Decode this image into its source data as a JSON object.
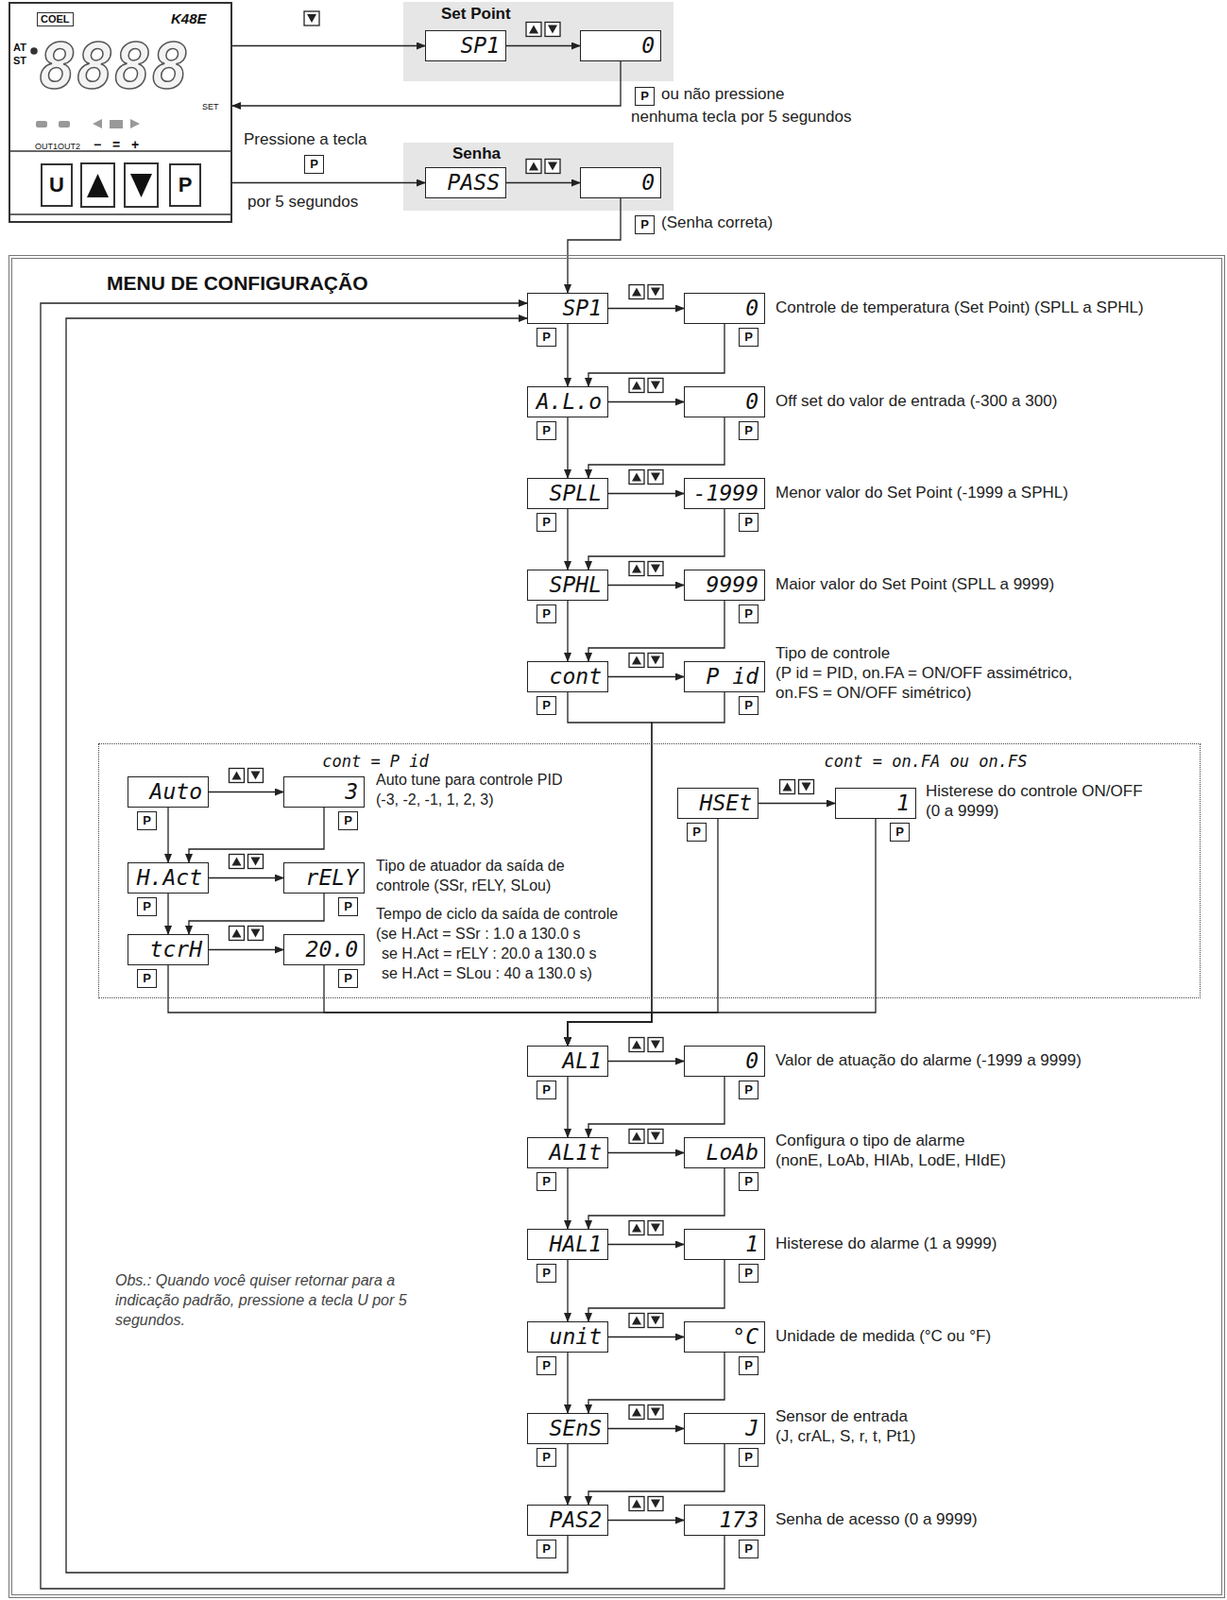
{
  "diagram": {
    "nodes": [
      {
        "text": [
          "COEL",
          "K48E",
          "AT",
          "ST",
          "8888",
          "SET",
          "OUT1",
          "OUT2",
          "−",
          "=",
          "+"
        ]
      },
      {
        "text": [
          "U"
        ],
        "in": 0
      },
      {
        "text": [
          "P"
        ],
        "in": 0
      },
      {
        "text": [
          "Set Point"
        ]
      },
      {
        "text": [
          "SP1"
        ],
        "in": 3
      },
      {
        "text": [
          "0"
        ],
        "in": 3
      },
      {
        "text": [
          "Senha"
        ]
      },
      {
        "text": [
          "PASS"
        ],
        "in": 6
      },
      {
        "text": [
          "0"
        ],
        "in": 6
      },
      {
        "text": [
          "MENU DE CONFIGURAÇÃO"
        ]
      },
      {
        "text": [
          "SP1"
        ],
        "in": 9
      },
      {
        "text": [
          "0"
        ],
        "in": 9
      },
      {
        "text": [
          "A.L.o"
        ],
        "in": 9
      },
      {
        "text": [
          "0"
        ],
        "in": 9
      },
      {
        "text": [
          "SPLL"
        ],
        "in": 9
      },
      {
        "text": [
          "-1999"
        ],
        "in": 9
      },
      {
        "text": [
          "SPHL"
        ],
        "in": 9
      },
      {
        "text": [
          "9999"
        ],
        "in": 9
      },
      {
        "text": [
          "cont"
        ],
        "in": 9
      },
      {
        "text": [
          "P id"
        ],
        "in": 9
      },
      {
        "text": [
          "cont = P id"
        ],
        "in": 9
      },
      {
        "text": [
          "Auto"
        ],
        "in": 20
      },
      {
        "text": [
          "3"
        ],
        "in": 20
      },
      {
        "text": [
          "H.Act"
        ],
        "in": 20
      },
      {
        "text": [
          "rELY"
        ],
        "in": 20
      },
      {
        "text": [
          "tcrH"
        ],
        "in": 20
      },
      {
        "text": [
          "20.0"
        ],
        "in": 20
      },
      {
        "text": [
          "cont = on.FA ou on.FS"
        ],
        "in": 9
      },
      {
        "text": [
          "HSEt"
        ],
        "in": 27
      },
      {
        "text": [
          "1"
        ],
        "in": 27
      },
      {
        "text": [
          "AL1"
        ],
        "in": 9
      },
      {
        "text": [
          "0"
        ],
        "in": 9
      },
      {
        "text": [
          "AL1t"
        ],
        "in": 9
      },
      {
        "text": [
          "LoAb"
        ],
        "in": 9
      },
      {
        "text": [
          "HAL1"
        ],
        "in": 9
      },
      {
        "text": [
          "1"
        ],
        "in": 9
      },
      {
        "text": [
          "unit"
        ],
        "in": 9
      },
      {
        "text": [
          "°C"
        ],
        "in": 9
      },
      {
        "text": [
          "SEnS"
        ],
        "in": 9
      },
      {
        "text": [
          "J"
        ],
        "in": 9
      },
      {
        "text": [
          "PAS2"
        ],
        "in": 9
      },
      {
        "text": [
          "173"
        ],
        "in": 9
      }
    ],
    "edges": [
      {
        "from": 0,
        "to": 4,
        "arrow": "to"
      },
      {
        "from": 4,
        "to": 5,
        "arrow": "to"
      },
      {
        "from": 5,
        "to": 0,
        "arrow": "to"
      },
      {
        "from": 0,
        "to": 7,
        "arrow": "to"
      },
      {
        "from": 7,
        "to": 8,
        "arrow": "to"
      },
      {
        "from": 8,
        "to": 10,
        "arrow": "to"
      },
      {
        "from": 10,
        "to": 11,
        "arrow": "to"
      },
      {
        "from": 10,
        "to": 12,
        "arrow": "to"
      },
      {
        "from": 11,
        "to": 12,
        "arrow": "to"
      },
      {
        "from": 12,
        "to": 13,
        "arrow": "to"
      },
      {
        "from": 12,
        "to": 14,
        "arrow": "to"
      },
      {
        "from": 13,
        "to": 14,
        "arrow": "to"
      },
      {
        "from": 14,
        "to": 15,
        "arrow": "to"
      },
      {
        "from": 14,
        "to": 16,
        "arrow": "to"
      },
      {
        "from": 15,
        "to": 16,
        "arrow": "to"
      },
      {
        "from": 16,
        "to": 17,
        "arrow": "to"
      },
      {
        "from": 16,
        "to": 18,
        "arrow": "to"
      },
      {
        "from": 17,
        "to": 18,
        "arrow": "to"
      },
      {
        "from": 18,
        "to": 19,
        "arrow": "to"
      },
      {
        "from": 18,
        "to": 30,
        "arrow": "to"
      },
      {
        "from": 19,
        "to": 30,
        "arrow": "to"
      },
      {
        "from": 21,
        "to": 22,
        "arrow": "to"
      },
      {
        "from": 21,
        "to": 23,
        "arrow": "to"
      },
      {
        "from": 22,
        "to": 23,
        "arrow": "to"
      },
      {
        "from": 23,
        "to": 24,
        "arrow": "to"
      },
      {
        "from": 23,
        "to": 25,
        "arrow": "to"
      },
      {
        "from": 24,
        "to": 25,
        "arrow": "to"
      },
      {
        "from": 25,
        "to": 26,
        "arrow": "to"
      },
      {
        "from": 25,
        "to": 30,
        "arrow": "to"
      },
      {
        "from": 26,
        "to": 30,
        "arrow": "to"
      },
      {
        "from": 28,
        "to": 29,
        "arrow": "to"
      },
      {
        "from": 28,
        "to": 30,
        "arrow": "to"
      },
      {
        "from": 29,
        "to": 30,
        "arrow": "to"
      },
      {
        "from": 30,
        "to": 31,
        "arrow": "to"
      },
      {
        "from": 30,
        "to": 32,
        "arrow": "to"
      },
      {
        "from": 31,
        "to": 32,
        "arrow": "to"
      },
      {
        "from": 32,
        "to": 33,
        "arrow": "to"
      },
      {
        "from": 32,
        "to": 34,
        "arrow": "to"
      },
      {
        "from": 33,
        "to": 34,
        "arrow": "to"
      },
      {
        "from": 34,
        "to": 35,
        "arrow": "to"
      },
      {
        "from": 34,
        "to": 36,
        "arrow": "to"
      },
      {
        "from": 35,
        "to": 36,
        "arrow": "to"
      },
      {
        "from": 36,
        "to": 37,
        "arrow": "to"
      },
      {
        "from": 36,
        "to": 38,
        "arrow": "to"
      },
      {
        "from": 37,
        "to": 38,
        "arrow": "to"
      },
      {
        "from": 38,
        "to": 39,
        "arrow": "to"
      },
      {
        "from": 38,
        "to": 40,
        "arrow": "to"
      },
      {
        "from": 39,
        "to": 40,
        "arrow": "to"
      },
      {
        "from": 40,
        "to": 41,
        "arrow": "to"
      },
      {
        "from": 40,
        "to": 10,
        "arrow": "to"
      },
      {
        "from": 41,
        "to": 10,
        "arrow": "to"
      }
    ],
    "labels": [
      "P",
      "ou não pressione",
      "nenhuma tecla por 5 segundos",
      "Pressione a tecla",
      "P",
      "por 5 segundos",
      "P",
      "(Senha correta)",
      "Controle de temperatura (Set Point) (SPLL a SPHL)",
      "Off set do valor de entrada (-300 a 300)",
      "Menor valor do Set Point (-1999 a SPHL)",
      "Maior valor do Set Point (SPLL a 9999)",
      "Tipo de controle",
      "(P id = PID, on.FA = ON/OFF assimétrico,",
      "on.FS = ON/OFF simétrico)",
      "Auto tune para controle PID",
      "(-3, -2, -1, 1, 2, 3)",
      "Tipo de atuador da saída de",
      "controle (SSr, rELY, SLou)",
      "Tempo de ciclo da saída de controle",
      "(se H.Act = SSr : 1.0 a 130.0 s",
      "se H.Act = rELY : 20.0 a 130.0 s",
      "se H.Act = SLou : 40 a 130.0 s)",
      "Histerese do controle ON/OFF",
      "(0 a 9999)",
      "Valor de atuação do alarme (-1999 a 9999)",
      "Configura o tipo de alarme",
      "(nonE, LoAb, HIAb, LodE, HIdE)",
      "Histerese do alarme (1 a 9999)",
      "Unidade de medida (°C ou °F)",
      "Sensor de entrada",
      "(J, crAL, S, r, t, Pt1)",
      "Senha de acesso (0 a 9999)",
      "Obs.: Quando você quiser retornar para a indicação padrão, pressione a tecla U por 5 segundos.",
      "P",
      "P",
      "P",
      "P",
      "P",
      "P",
      "P",
      "P",
      "P",
      "P",
      "P",
      "P",
      "P",
      "P",
      "P",
      "P",
      "P",
      "P",
      "P",
      "P",
      "P",
      "P",
      "P",
      "P",
      "P",
      "P",
      "P",
      "P",
      "P",
      "P"
    ]
  }
}
